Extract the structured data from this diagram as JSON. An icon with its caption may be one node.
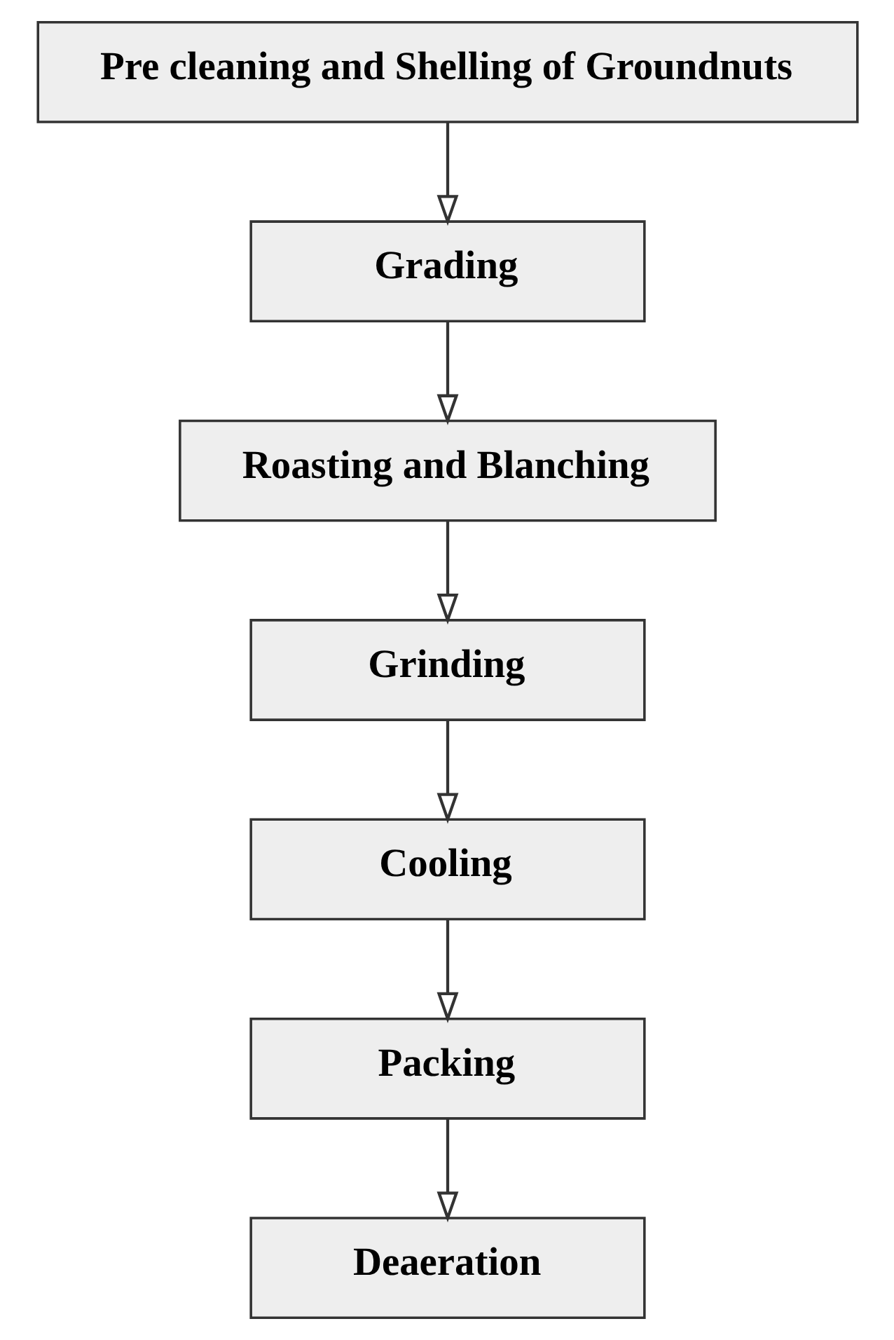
{
  "diagram": {
    "nodes": [
      {
        "text": [
          "Pre cleaning and Shelling of Groundnuts"
        ]
      },
      {
        "text": [
          "Grading"
        ]
      },
      {
        "text": [
          "Roasting and Blanching"
        ]
      },
      {
        "text": [
          "Grinding"
        ]
      },
      {
        "text": [
          "Cooling"
        ]
      },
      {
        "text": [
          "Packing"
        ]
      },
      {
        "text": [
          "Deaeration"
        ]
      }
    ],
    "edges": [
      {
        "from": 0,
        "to": 1,
        "arrow": "to"
      },
      {
        "from": 1,
        "to": 2,
        "arrow": "to"
      },
      {
        "from": 2,
        "to": 3,
        "arrow": "to"
      },
      {
        "from": 3,
        "to": 4,
        "arrow": "to"
      },
      {
        "from": 4,
        "to": 5,
        "arrow": "to"
      },
      {
        "from": 5,
        "to": 6,
        "arrow": "to"
      }
    ]
  }
}
